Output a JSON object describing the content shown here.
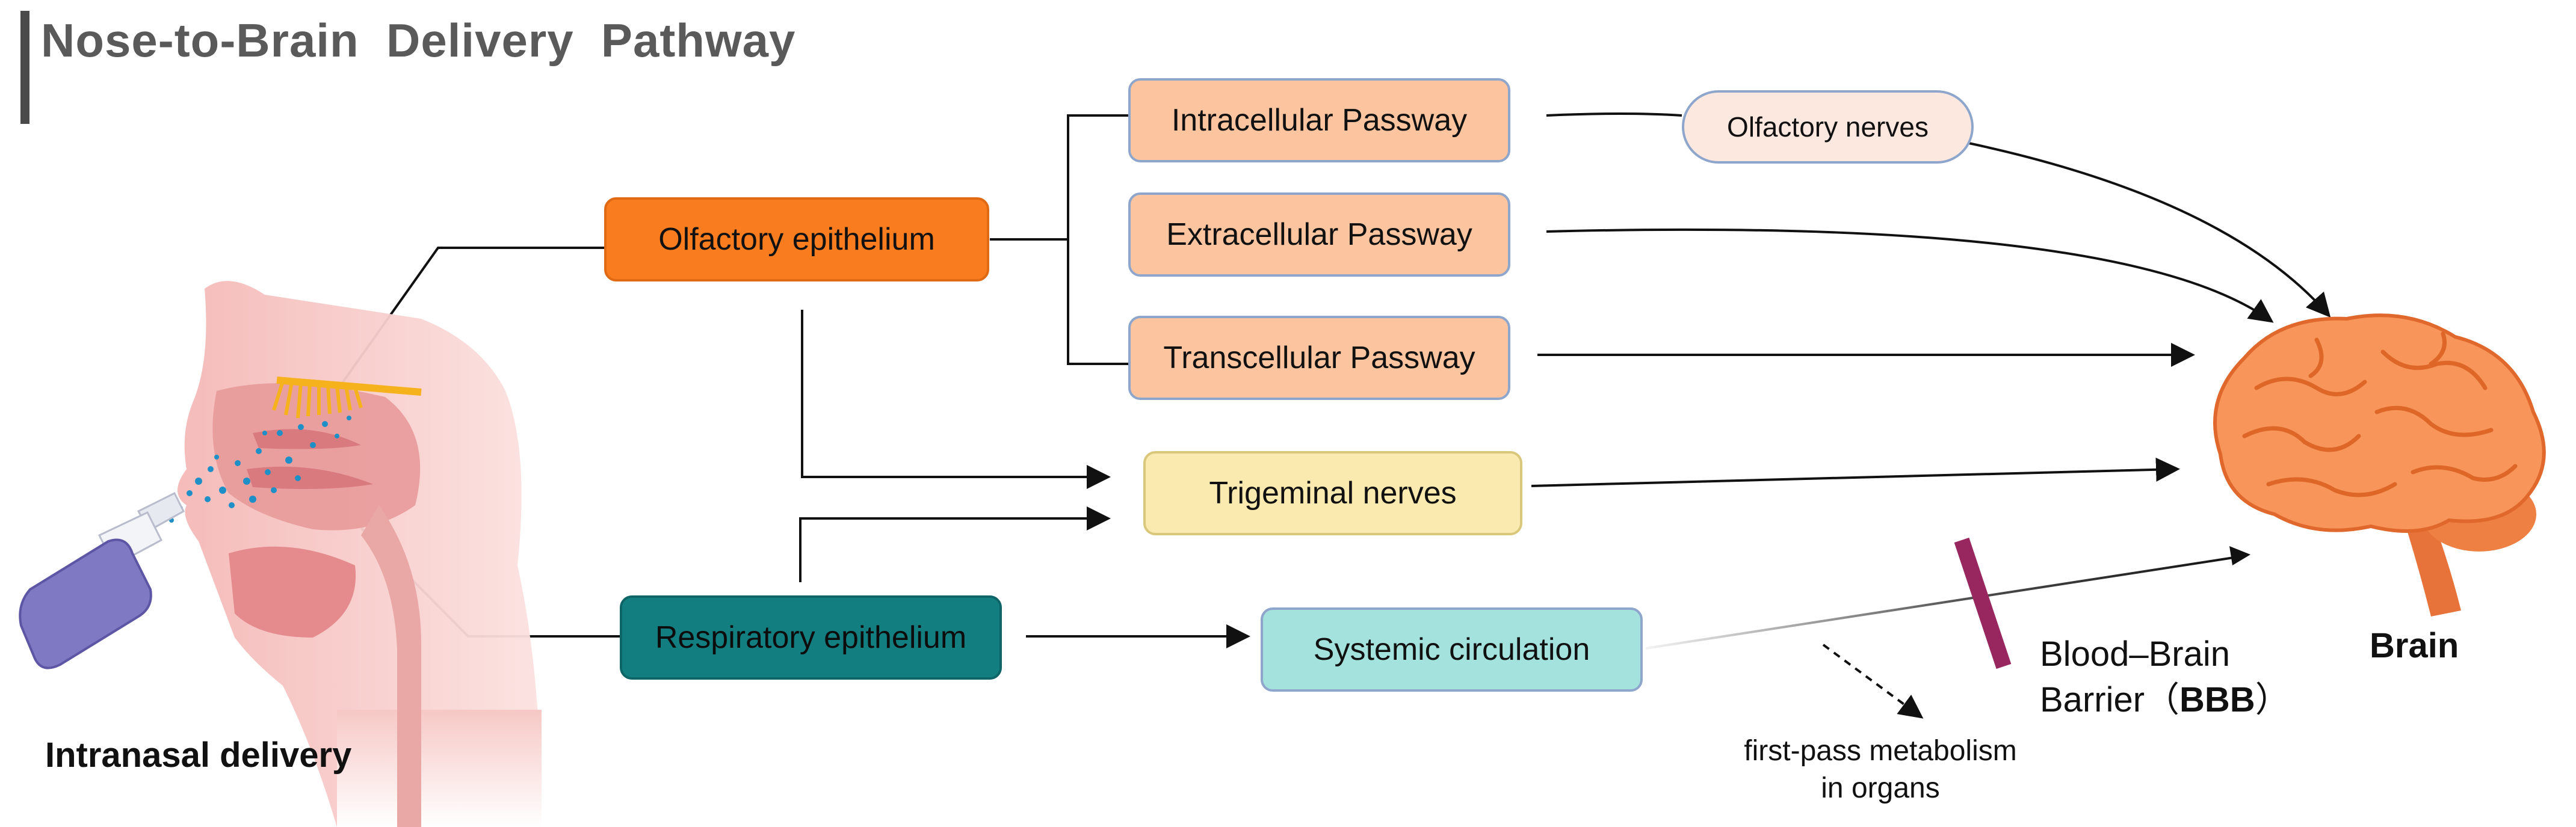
{
  "title": "Nose-to-Brain  Delivery  Pathway",
  "colors": {
    "olfactory_epithelium": "#f97c1f",
    "passway_fill": "#fcc5a0",
    "trigeminal_fill": "#faeab0",
    "respiratory_fill": "#137e80",
    "systemic_fill": "#a4e3dd",
    "olfactory_nerves_fill": "#fde8e0",
    "box_border": "#8ea6cc",
    "bbb_bar": "#97275e",
    "brain": "#f7955a",
    "arrow": "#111111"
  },
  "nodes": {
    "olfactory_epithelium": "Olfactory epithelium",
    "intracellular": "Intracellular Passway",
    "extracellular": "Extracellular Passway",
    "transcellular": "Transcellular Passway",
    "olfactory_nerves": "Olfactory nerves",
    "trigeminal": "Trigeminal nerves",
    "respiratory_epithelium": "Respiratory epithelium",
    "systemic": "Systemic circulation"
  },
  "labels": {
    "intranasal": "Intranasal delivery",
    "brain": "Brain",
    "bbb_line1": "Blood–Brain",
    "bbb_line2_prefix": "Barrier（",
    "bbb_line2_bold": "BBB",
    "bbb_line2_suffix": "）",
    "first_pass_line1": "first-pass metabolism",
    "first_pass_line2": "in organs"
  }
}
